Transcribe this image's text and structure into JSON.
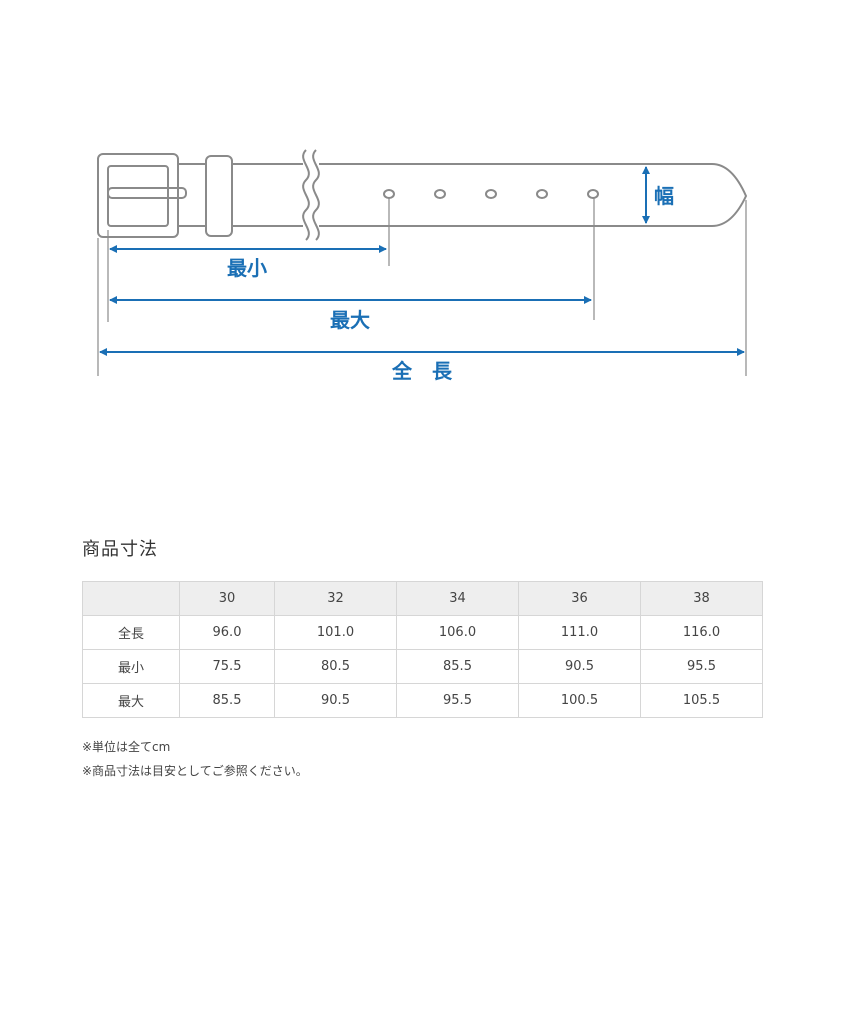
{
  "diagram": {
    "labels": {
      "min": "最小",
      "max": "最大",
      "total": "全　長",
      "width": "幅"
    },
    "colors": {
      "belt_outline": "#8a8a8a",
      "dimension": "#1a6fb5"
    }
  },
  "section_title": "商品寸法",
  "table": {
    "header": [
      "",
      "30",
      "32",
      "34",
      "36",
      "38"
    ],
    "rows": [
      {
        "label": "全長",
        "values": [
          "96.0",
          "101.0",
          "106.0",
          "111.0",
          "116.0"
        ]
      },
      {
        "label": "最小",
        "values": [
          "75.5",
          "80.5",
          "85.5",
          "90.5",
          "95.5"
        ]
      },
      {
        "label": "最大",
        "values": [
          "85.5",
          "90.5",
          "95.5",
          "100.5",
          "105.5"
        ]
      }
    ]
  },
  "notes": [
    "※単位は全てcm",
    "※商品寸法は目安としてご参照ください。"
  ]
}
